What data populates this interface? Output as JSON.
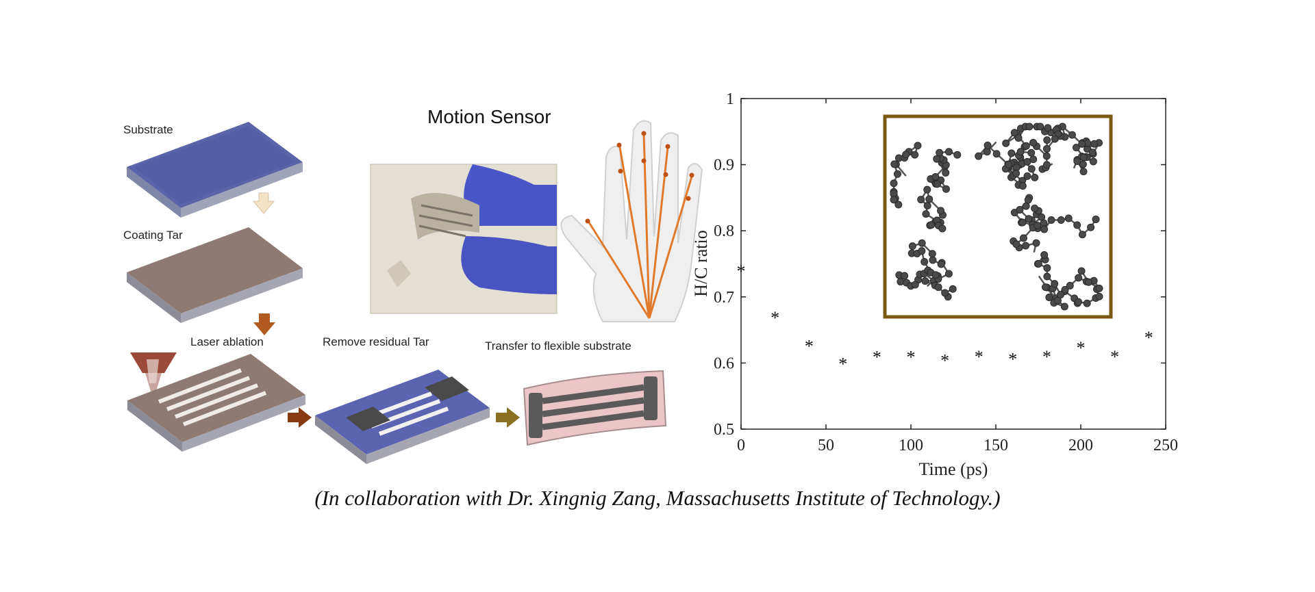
{
  "process": {
    "steps": [
      "Substrate",
      "Coating Tar",
      "Laser ablation",
      "Remove residual Tar",
      "Transfer to flexible substrate"
    ],
    "title": "Motion Sensor"
  },
  "colors": {
    "substrate_blue": "#5060a8",
    "tar": "#8e7a72",
    "arrow_dark": "#8a3a10",
    "arrow_light": "#f3e1c8",
    "arrow_olive": "#8a7020",
    "inset_frame": "#7a5a12",
    "electrode": "#555555",
    "flexible": "#ecc5c8",
    "glove": "#4a56c8",
    "sensor_line": "#e07a2a"
  },
  "chart_data": {
    "type": "scatter",
    "marker": "*",
    "xlabel": "Time (ps)",
    "ylabel": "H/C ratio",
    "xlim": [
      0,
      250
    ],
    "ylim": [
      0.5,
      1
    ],
    "xticks": [
      "0",
      "50",
      "100",
      "150",
      "200",
      "250"
    ],
    "yticks": [
      "0.5",
      "0.6",
      "0.7",
      "0.8",
      "0.9",
      "1"
    ],
    "x": [
      0,
      20,
      40,
      60,
      80,
      100,
      120,
      140,
      160,
      180,
      200,
      220,
      240
    ],
    "y": [
      0.74,
      0.67,
      0.627,
      0.6,
      0.61,
      0.61,
      0.605,
      0.611,
      0.607,
      0.611,
      0.624,
      0.611,
      0.64
    ],
    "grid": false,
    "inset": "molecular structure"
  },
  "caption": "(In collaboration with Dr. Xingnig Zang, Massachusetts Institute of Technology.)"
}
